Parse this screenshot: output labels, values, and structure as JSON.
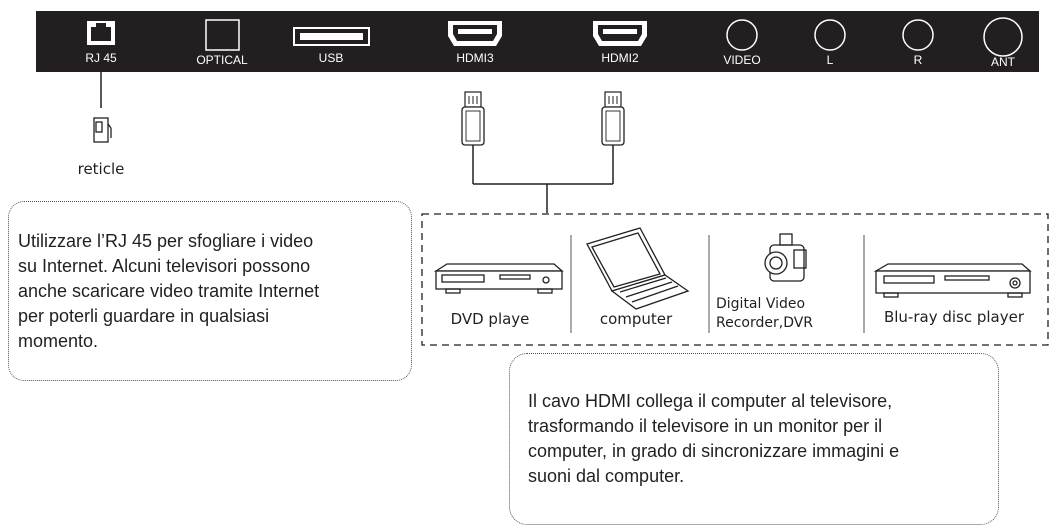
{
  "ports": [
    {
      "label": "RJ 45",
      "icon": "rj45-port-icon"
    },
    {
      "label": "OPTICAL",
      "icon": "optical-port-icon"
    },
    {
      "label": "USB",
      "icon": "usb-port-icon"
    },
    {
      "label": "HDMI3",
      "icon": "hdmi-port-icon"
    },
    {
      "label": "HDMI2",
      "icon": "hdmi-port-icon"
    },
    {
      "label": "VIDEO",
      "icon": "rca-jack-icon"
    },
    {
      "label": "L",
      "icon": "rca-jack-icon"
    },
    {
      "label": "R",
      "icon": "rca-jack-icon"
    },
    {
      "label": "ANT",
      "icon": "antenna-jack-icon"
    }
  ],
  "reticle_label": "reticle",
  "devices": [
    {
      "label": "DVD playe",
      "icon": "dvd-player-icon"
    },
    {
      "label": "computer",
      "icon": "laptop-icon"
    },
    {
      "label_line1": "Digital Video",
      "label_line2": "Recorder,DVR",
      "icon": "camcorder-icon"
    },
    {
      "label": "Blu-ray disc player",
      "icon": "bluray-player-icon"
    }
  ],
  "notes": {
    "rj45": [
      "Utilizzare l’RJ 45 per sfogliare i video",
      "su Internet. Alcuni televisori possono",
      "anche scaricare video tramite Internet",
      "per poterli guardare in qualsiasi",
      "momento."
    ],
    "hdmi": [
      "Il cavo HDMI collega il computer al televisore,",
      "trasformando il televisore in un monitor per il",
      "computer, in grado di sincronizzare immagini e",
      "suoni dal computer."
    ]
  },
  "colors": {
    "panel": "#231f20",
    "line": "#231f20",
    "text": "#231f20"
  }
}
